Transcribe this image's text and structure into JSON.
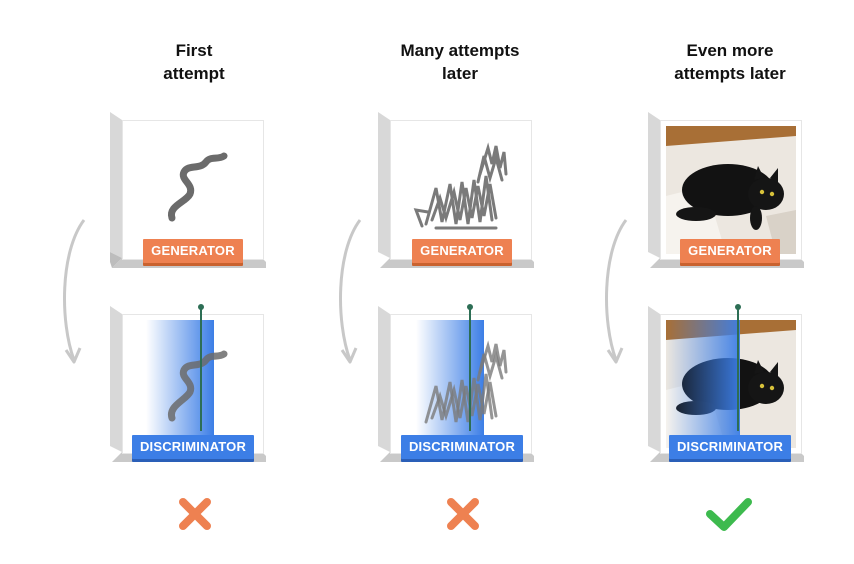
{
  "columns": [
    {
      "title_line1": "First",
      "title_line2": "attempt",
      "generator_label": "GENERATOR",
      "discriminator_label": "DISCRIMINATOR",
      "generator_content": "squiggle",
      "verdict": "cross"
    },
    {
      "title_line1": "Many attempts",
      "title_line2": "later",
      "generator_label": "GENERATOR",
      "discriminator_label": "DISCRIMINATOR",
      "generator_content": "scribbled-cat",
      "verdict": "cross"
    },
    {
      "title_line1": "Even more",
      "title_line2": "attempts later",
      "generator_label": "GENERATOR",
      "discriminator_label": "DISCRIMINATOR",
      "generator_content": "cat-photo",
      "verdict": "check"
    }
  ],
  "colors": {
    "generator_badge": "#ee8151",
    "discriminator_badge": "#3c7ee6",
    "scan_gradient": "#3c7ee6",
    "cross": "#ee8151",
    "check": "#3dba4e",
    "arrow": "#c8c8c8",
    "frame_shadow": "#dcdcdc"
  },
  "icons": {
    "cross": "cross-icon",
    "check": "check-icon",
    "arrow": "curved-arrow-icon"
  }
}
